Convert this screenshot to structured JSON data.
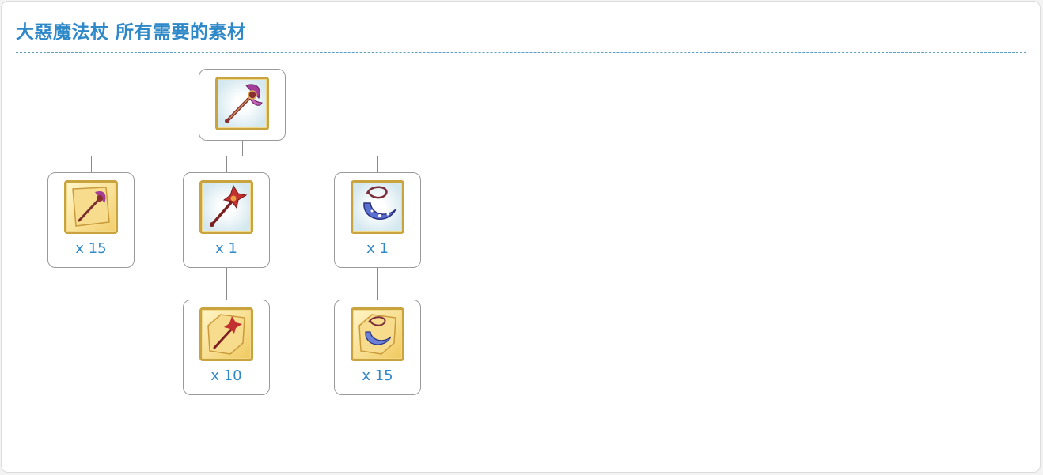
{
  "title": "大惡魔法杖 所有需要的素材",
  "colors": {
    "title": "#2f88c8",
    "quantity": "#2f88c8",
    "frame": "#c9a43e",
    "border": "#9a9a9a"
  },
  "tree": {
    "root": {
      "icon": "demon-staff-icon"
    },
    "children": [
      {
        "icon": "demon-staff-memory-piece-icon",
        "quantity": "x 15"
      },
      {
        "icon": "red-scepter-icon",
        "quantity": "x 1"
      },
      {
        "icon": "crescent-amulet-icon",
        "quantity": "x 1"
      },
      {
        "icon": "red-scepter-blueprint-icon",
        "quantity": "x 10"
      },
      {
        "icon": "crescent-amulet-blueprint-icon",
        "quantity": "x 15"
      }
    ]
  }
}
